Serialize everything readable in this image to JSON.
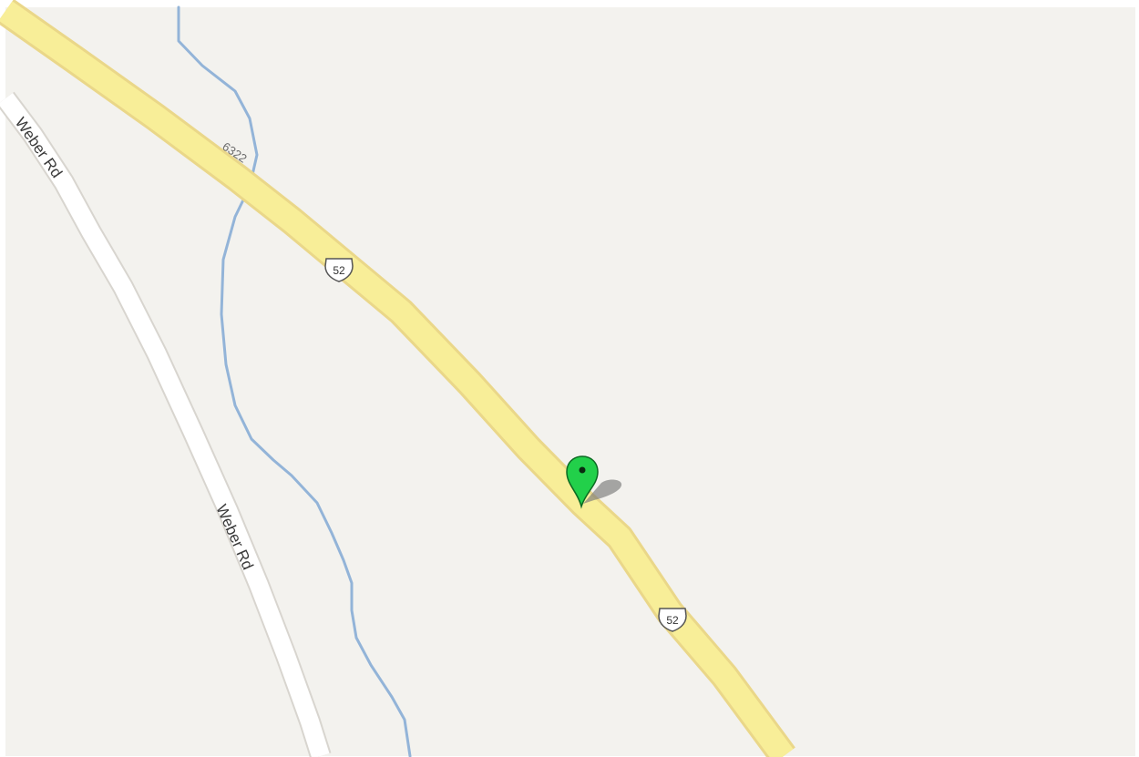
{
  "map": {
    "colors": {
      "land": "#f3f2ee",
      "frame": "#ffffff",
      "highway_fill": "#f8ee98",
      "highway_casing": "#ead789",
      "local_road_fill": "#ffffff",
      "local_road_casing": "#d8d5cf",
      "water": "#93b4d8",
      "marker": "#22d04a"
    },
    "labels": {
      "road_upper": "Weber Rd",
      "road_lower": "Weber Rd",
      "elevation": "6322",
      "shield_upper": "52",
      "shield_lower": "52"
    },
    "icons": {
      "marker": "map-pin-icon",
      "shield": "us-route-shield-icon"
    }
  }
}
